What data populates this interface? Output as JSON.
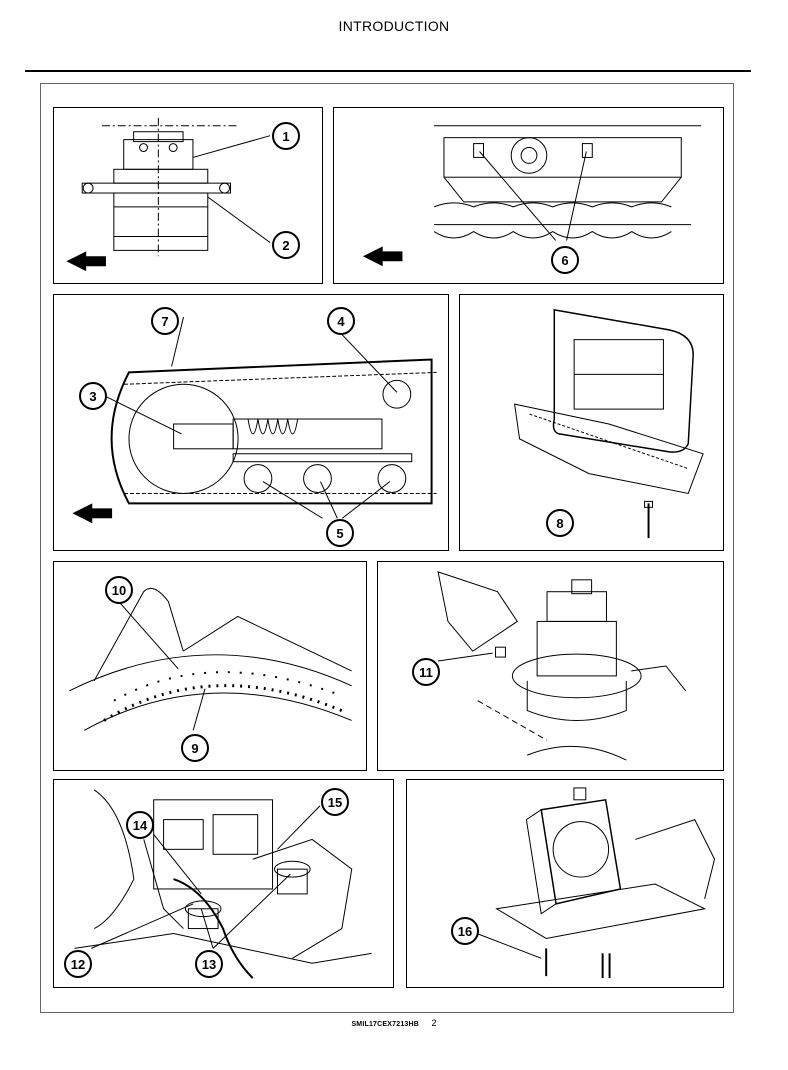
{
  "header": {
    "title": "INTRODUCTION"
  },
  "footer": {
    "code": "SMIL17CEX7213HB",
    "page": "2"
  },
  "panels": [
    {
      "id": "final-drive",
      "callouts": [
        "1",
        "2"
      ]
    },
    {
      "id": "track-guards",
      "callouts": [
        "6"
      ]
    },
    {
      "id": "track-assembly",
      "callouts": [
        "7",
        "4",
        "3",
        "5"
      ]
    },
    {
      "id": "counterweight",
      "callouts": [
        "8"
      ]
    },
    {
      "id": "swing-bearing",
      "callouts": [
        "10",
        "9"
      ]
    },
    {
      "id": "swing-motor",
      "callouts": [
        "11"
      ]
    },
    {
      "id": "engine-mounts",
      "callouts": [
        "15",
        "14",
        "12",
        "13"
      ]
    },
    {
      "id": "cooling-package",
      "callouts": [
        "16"
      ]
    }
  ]
}
